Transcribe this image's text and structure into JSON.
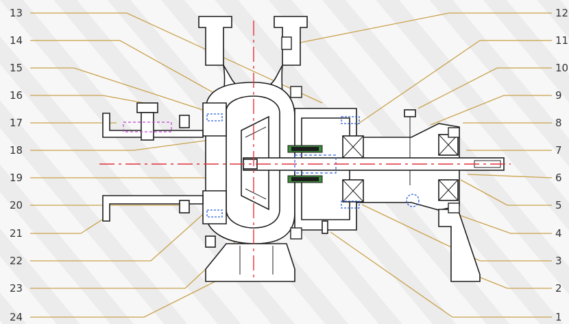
{
  "labels_left": [
    "13",
    "14",
    "15",
    "16",
    "17",
    "18",
    "19",
    "20",
    "21",
    "22",
    "23",
    "24"
  ],
  "labels_right": [
    "12",
    "11",
    "10",
    "9",
    "8",
    "7",
    "6",
    "5",
    "4",
    "3",
    "2",
    "1"
  ],
  "colors": {
    "leader": "#c9a14a",
    "centerline": "#e0303a",
    "hidden_line": "#2a5fd6",
    "accent_magenta": "#c040d0",
    "seal_green": "#3c8a3c",
    "outline": "#1c1c1c"
  }
}
